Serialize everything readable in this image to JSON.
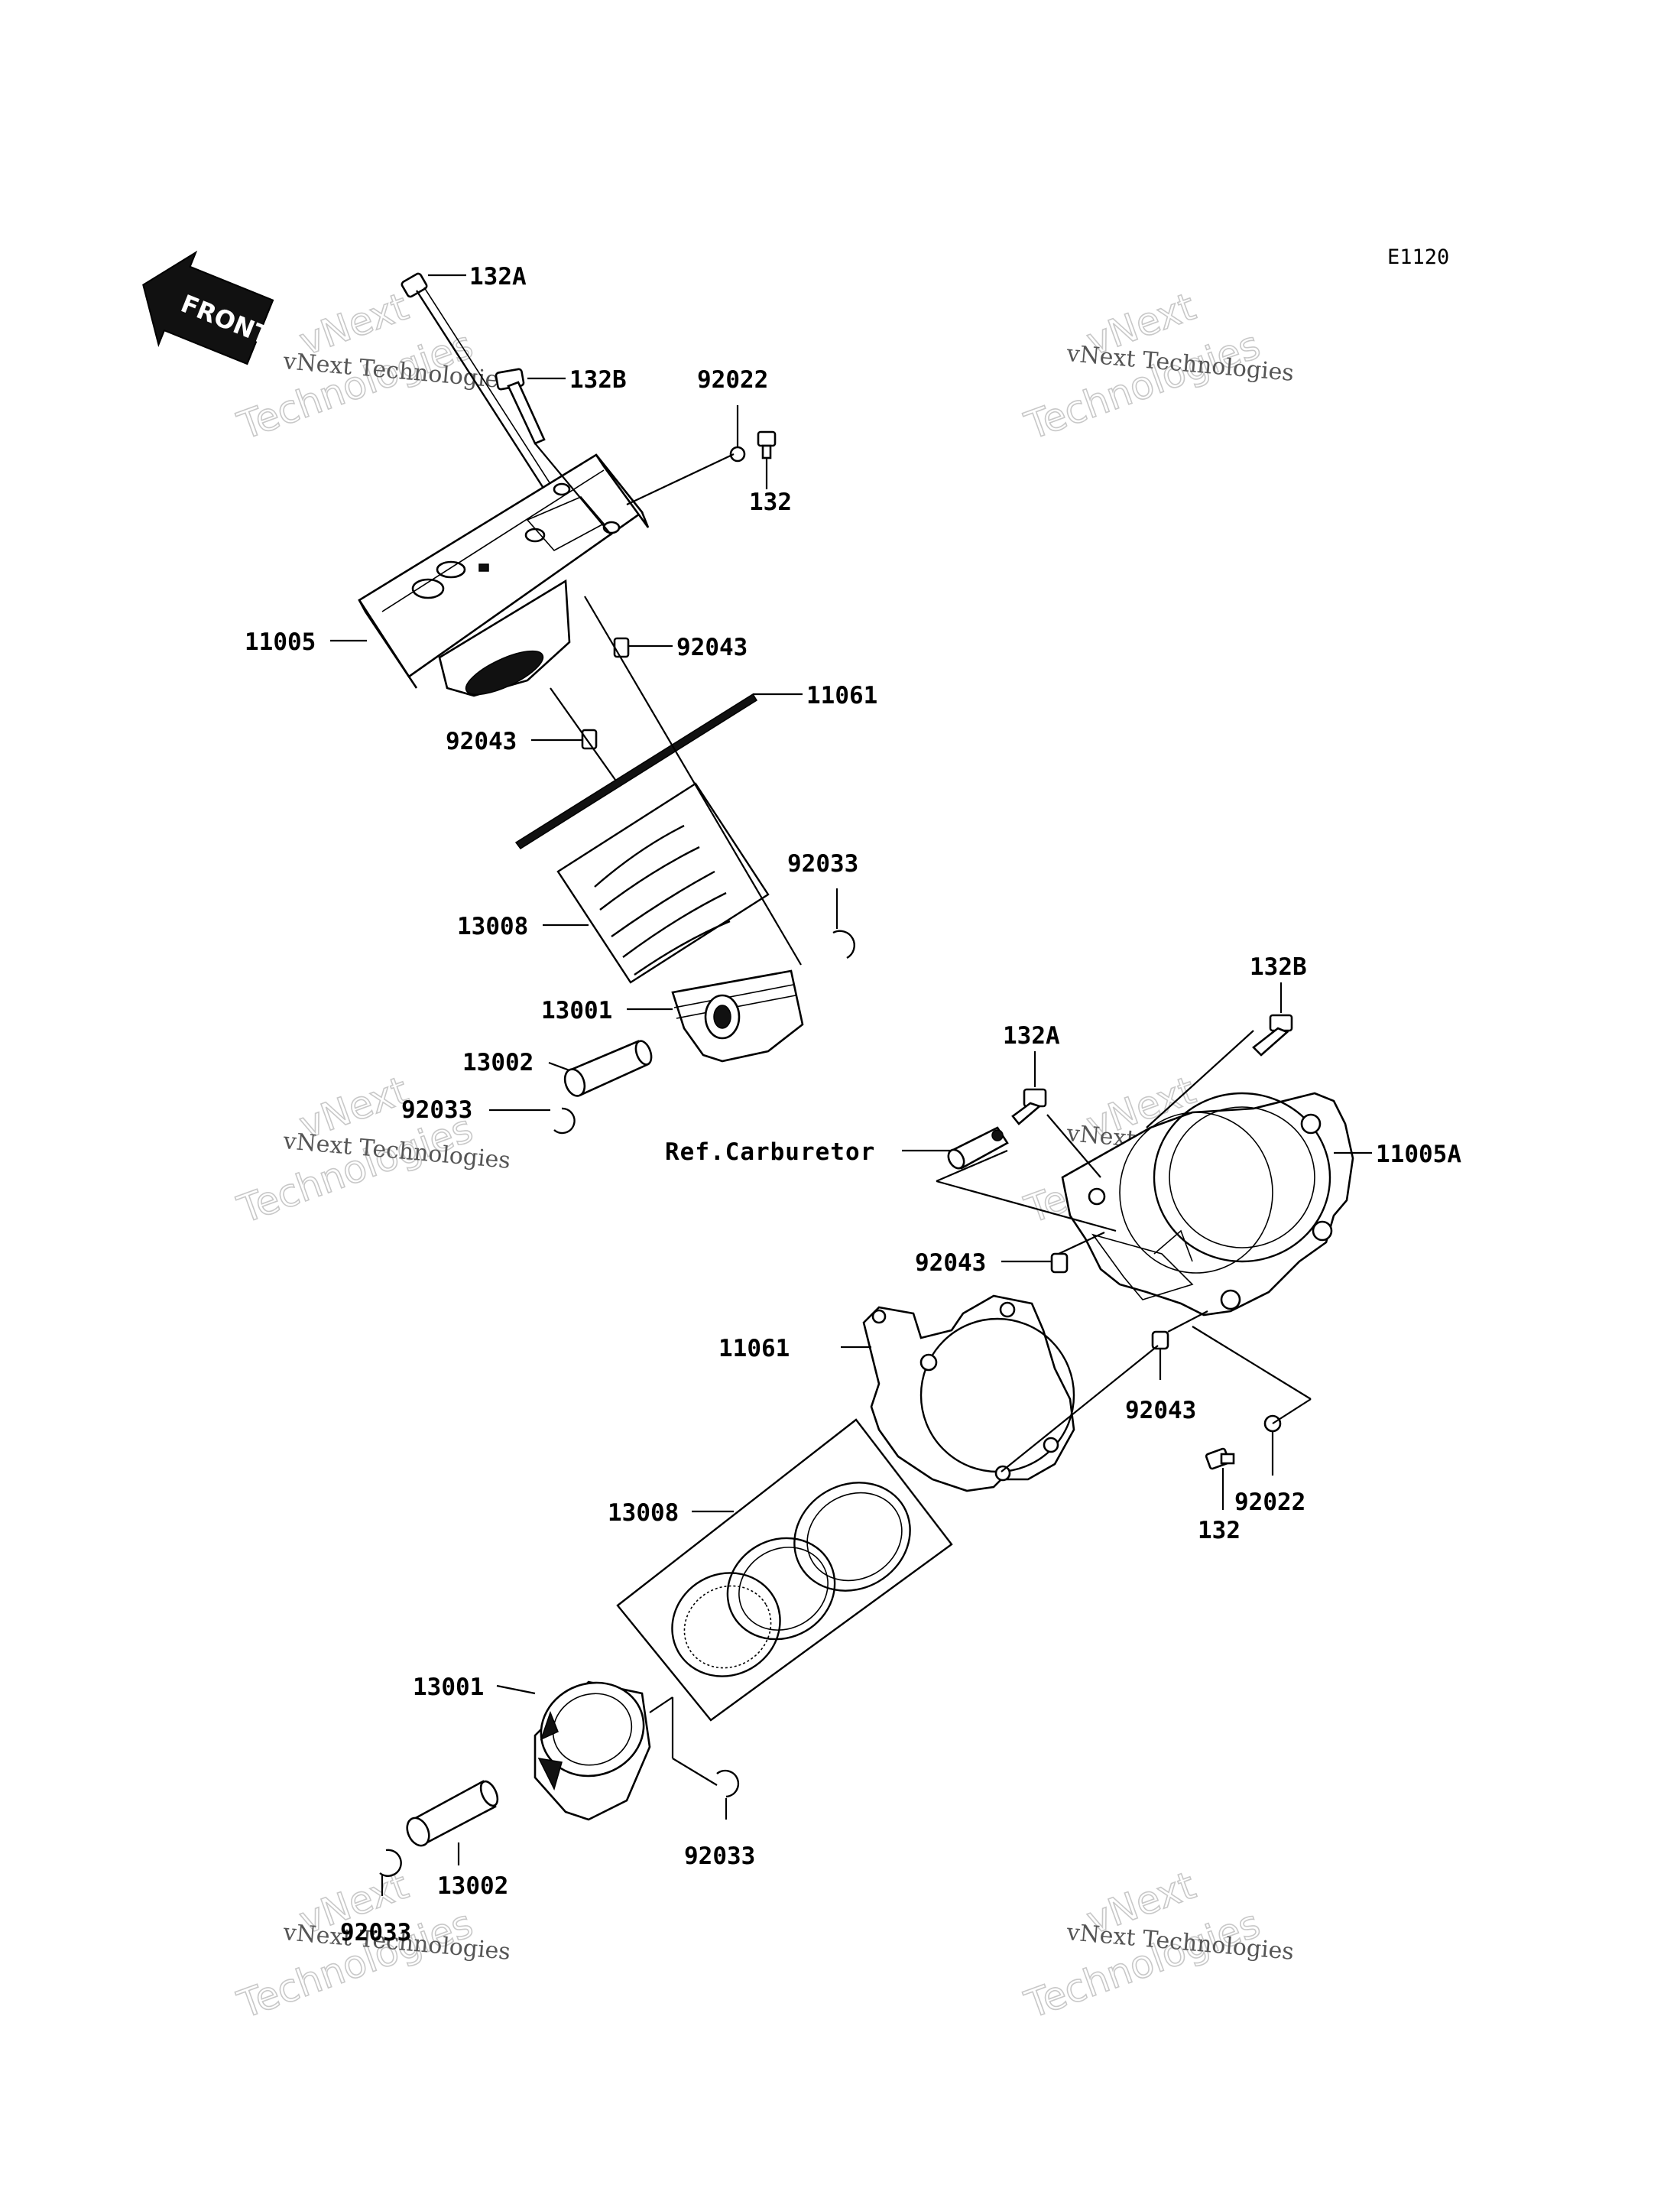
{
  "diagram_code": "E1120",
  "front_label": "FRONT",
  "watermark": {
    "line1": "vNext Technologies",
    "line2_a": "vNext",
    "line2_b": "Technologies"
  },
  "labels": {
    "top": {
      "bolt_a": "132A",
      "bolt_b": "132B",
      "washer": "92022",
      "bolt": "132",
      "cylinder": "11005",
      "dowel_right": "92043",
      "gasket": "11061",
      "dowel_left": "92043",
      "rings": "13008",
      "circlip_right": "92033",
      "piston": "13001",
      "pin": "13002",
      "circlip_left": "92033"
    },
    "bottom": {
      "bolt_b": "132B",
      "bolt_a": "132A",
      "ref_carb": "Ref.Carburetor",
      "cylinder": "11005A",
      "dowel_left": "92043",
      "gasket": "11061",
      "dowel_right": "92043",
      "washer": "92022",
      "bolt": "132",
      "rings": "13008",
      "piston": "13001",
      "pin": "13002",
      "circlip_right": "92033",
      "circlip_left": "92033"
    }
  }
}
